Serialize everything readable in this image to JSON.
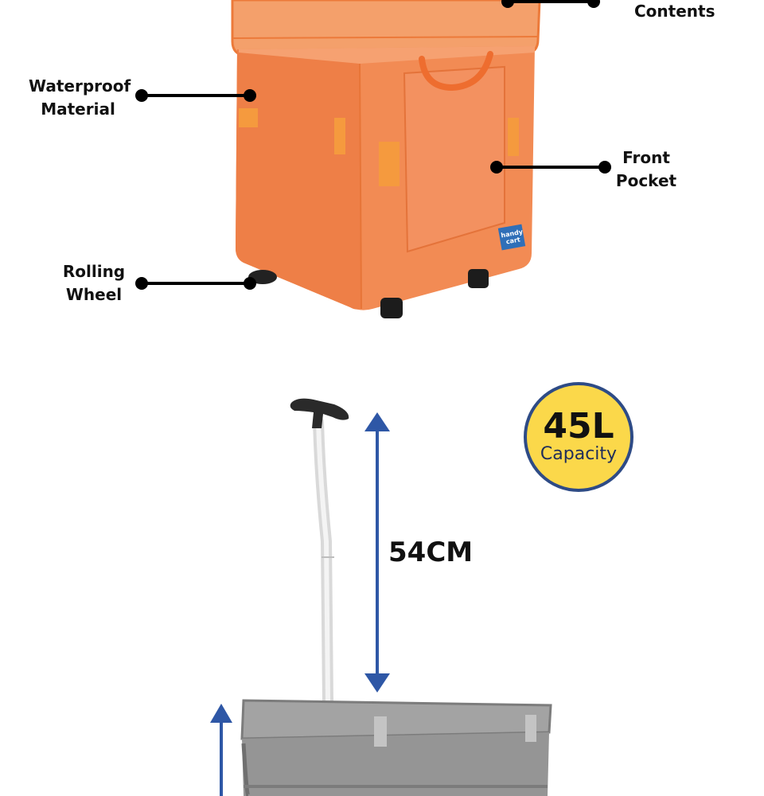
{
  "callouts": {
    "contents": "Contents",
    "waterproof_line1": "Waterproof",
    "waterproof_line2": "Material",
    "front_pocket_line1": "Front",
    "front_pocket_line2": "Pocket",
    "rolling_wheel_line1": "Rolling",
    "rolling_wheel_line2": "Wheel"
  },
  "product": {
    "brand_tag": "handy cart",
    "orange_color": "#f08a52",
    "grey_color": "#9a9a9a"
  },
  "dimensions": {
    "handle_height": "54CM",
    "arrow_color": "#2e57a6"
  },
  "badge": {
    "volume": "45L",
    "label": "Capacity",
    "fill_color": "#fbd84a",
    "ring_color": "#2e4b86"
  }
}
